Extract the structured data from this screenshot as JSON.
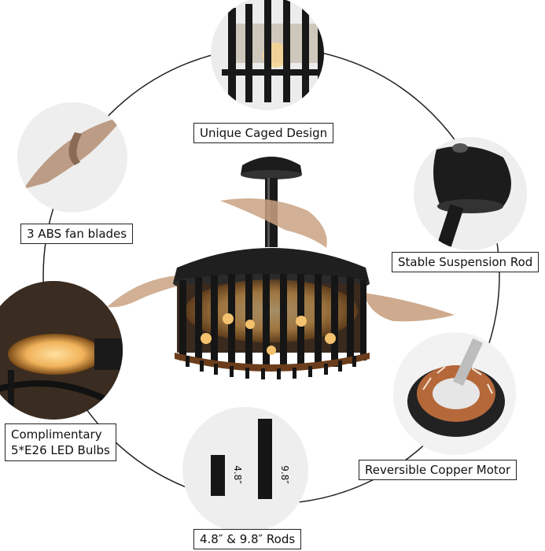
{
  "callouts": {
    "caged": "Unique Caged Design",
    "blades": "3  ABS fan blades",
    "rod": "Stable Suspension Rod",
    "bulbs_line1": "Complimentary",
    "bulbs_line2": "5*E26 LED Bulbs",
    "motor": "Reversible Copper Motor",
    "rods": "4.8″ & 9.8″ Rods"
  },
  "rod_sizes": {
    "short": "4.8″",
    "long": "9.8″"
  },
  "colors": {
    "metal": "#1c1c1c",
    "blade": "#c9a283",
    "glow": "#f0b25a",
    "copper": "#b5683a"
  }
}
